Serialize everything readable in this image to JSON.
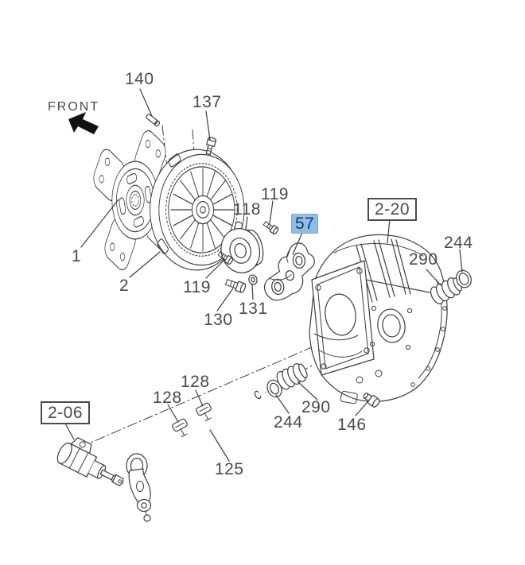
{
  "diagram": {
    "front_indicator": {
      "label": "FRONT"
    },
    "labels": [
      {
        "id": "140",
        "text": "140"
      },
      {
        "id": "137",
        "text": "137"
      },
      {
        "id": "1",
        "text": "1"
      },
      {
        "id": "2",
        "text": "2"
      },
      {
        "id": "118",
        "text": "118"
      },
      {
        "id": "119-upper",
        "text": "119"
      },
      {
        "id": "57",
        "text": "57",
        "highlighted": true
      },
      {
        "id": "119-lower",
        "text": "119"
      },
      {
        "id": "130",
        "text": "130"
      },
      {
        "id": "131",
        "text": "131"
      },
      {
        "id": "section-2-20",
        "text": "2-20",
        "section_ref": true
      },
      {
        "id": "290-right",
        "text": "290"
      },
      {
        "id": "244-right",
        "text": "244"
      },
      {
        "id": "146",
        "text": "146"
      },
      {
        "id": "128-upper",
        "text": "128"
      },
      {
        "id": "128-lower",
        "text": "128"
      },
      {
        "id": "290-lower",
        "text": "290"
      },
      {
        "id": "244-lower",
        "text": "244"
      },
      {
        "id": "125",
        "text": "125"
      },
      {
        "id": "section-2-06",
        "text": "2-06",
        "section_ref": true
      }
    ],
    "selection": {
      "selected_part": "57",
      "highlight_background": "#8FBEE5",
      "highlight_text_color": "#1C3A66"
    },
    "colors": {
      "line": "#3d3d3d",
      "label_text": "#4a4a4a",
      "background": "#ffffff"
    }
  }
}
